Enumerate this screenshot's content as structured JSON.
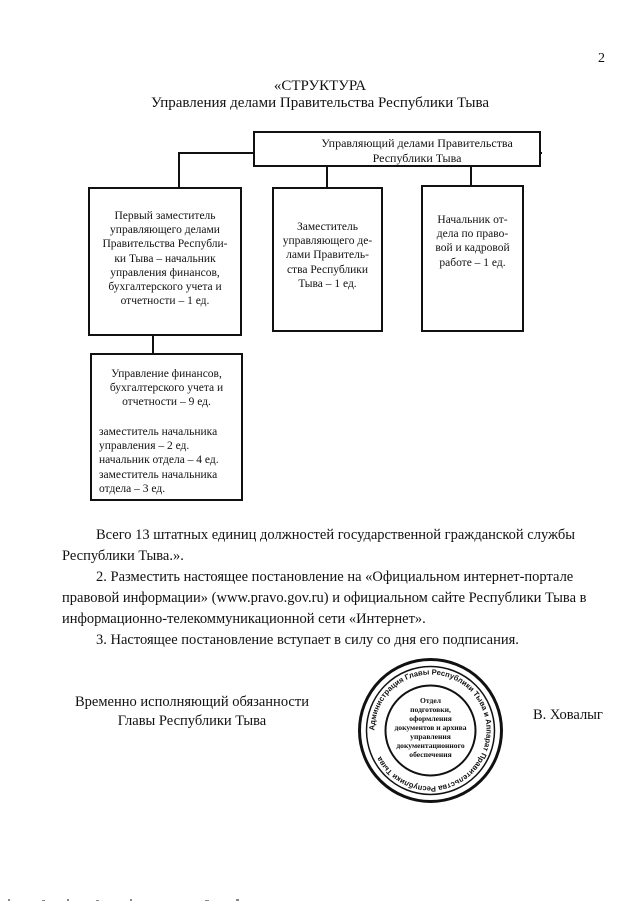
{
  "page_number": "2",
  "title": {
    "line1": "«СТРУКТУРА",
    "line2": "Управления делами Правительства Республики Тыва"
  },
  "org_chart": {
    "head": {
      "lines": [
        "Управляющий делами Правительства",
        "Республики Тыва"
      ]
    },
    "first_deputy": {
      "lines": [
        "Первый заместитель",
        "управляющего делами",
        "Правительства Республи-",
        "ки Тыва – начальник",
        "управления финансов,",
        "бухгалтерского учета и",
        "отчетности – 1 ед."
      ]
    },
    "deputy": {
      "lines": [
        "Заместитель",
        "управляющего де-",
        "лами Правитель-",
        "ства Республики",
        "Тыва – 1 ед."
      ]
    },
    "legal_head": {
      "lines": [
        "Начальник от-",
        "дела по право-",
        "вой и кадровой",
        "работе – 1 ед."
      ]
    },
    "finance_dept": {
      "title_lines": [
        "Управление финансов,",
        "бухгалтерского учета и",
        "отчетности – 9 ед."
      ],
      "staff_lines": [
        "заместитель начальника",
        "управления – 2 ед.",
        "начальник отдела – 4 ед.",
        "заместитель начальника",
        "отдела – 3 ед."
      ]
    }
  },
  "body": {
    "total": [
      "Всего 13 штатных единиц должностей государственной гражданской службы",
      "Республики Тыва.»."
    ],
    "item2": [
      "2. Разместить настоящее постановление на «Официальном интернет-портале",
      "правовой информации» (www.pravo.gov.ru) и официальном сайте Республики Тыва в",
      "информационно-телекоммуникационной сети «Интернет»."
    ],
    "item3": "3. Настоящее постановление вступает в силу со дня его подписания."
  },
  "signature": {
    "position_line1": "Временно исполняющий обязанности",
    "position_line2": "Главы Республики Тыва",
    "name": "В. Ховалыг"
  },
  "stamp": {
    "outer_text": "Администрация Главы Республики Тыва и Аппарат Правительства Республики Тыва",
    "center_lines": [
      "Отдел",
      "подготовки,",
      "оформления",
      "документов и архива",
      "управления",
      "документационного",
      "обеспечения"
    ]
  }
}
